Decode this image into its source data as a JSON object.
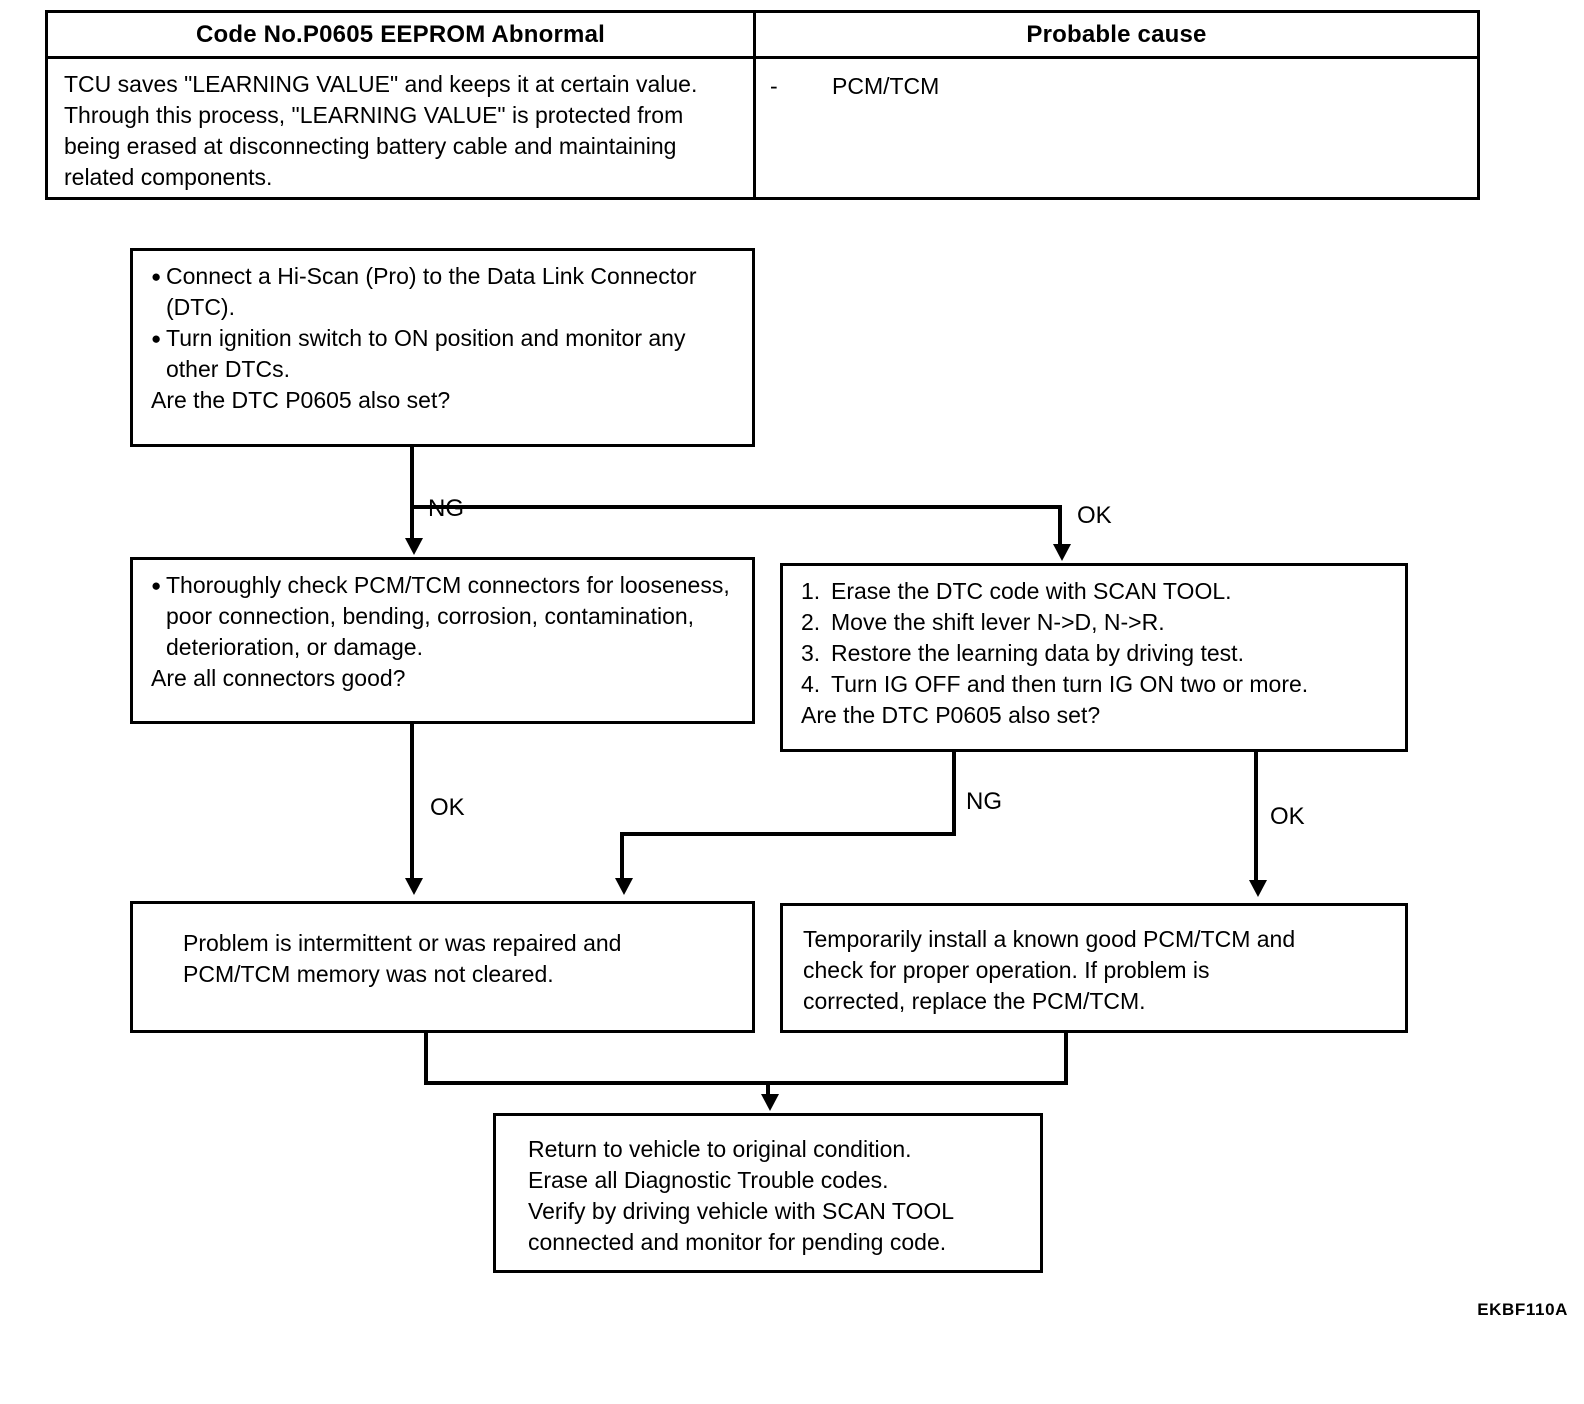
{
  "table": {
    "headers": [
      "Code No.P0605 EEPROM Abnormal",
      "Probable cause"
    ],
    "description": "TCU saves \"LEARNING VALUE\" and keeps it at certain value. Through this process, \"LEARNING VALUE\" is protected from being erased at disconnecting battery cable and maintaining related components.",
    "cause_marker": "-",
    "cause": "PCM/TCM"
  },
  "flow": {
    "q1": {
      "bullets": [
        "Connect a Hi-Scan (Pro) to the Data Link Connector (DTC).",
        "Turn ignition switch to ON position and monitor any other DTCs."
      ],
      "question": "Are the DTC P0605 also set?"
    },
    "connectors_check": {
      "bullets": [
        "Thoroughly check PCM/TCM connectors for looseness, poor connection, bending, corrosion, contamination, deterioration, or damage."
      ],
      "question": "Are all connectors good?"
    },
    "erase_steps": {
      "steps": [
        {
          "num": "1.",
          "text": "Erase the DTC code with SCAN TOOL."
        },
        {
          "num": "2.",
          "text": "Move the shift lever N->D, N->R."
        },
        {
          "num": "3.",
          "text": "Restore the learning data by driving test."
        },
        {
          "num": "4.",
          "text": "Turn IG OFF and then turn IG ON two or more."
        }
      ],
      "question": "Are the DTC P0605 also set?"
    },
    "intermittent": {
      "lines": [
        "Problem is intermittent or was repaired and",
        "PCM/TCM memory was not cleared."
      ]
    },
    "swap_pcm": {
      "lines": [
        "Temporarily install a known good PCM/TCM and",
        "check for proper operation. If problem is",
        "corrected, replace the PCM/TCM."
      ]
    },
    "return_vehicle": {
      "lines": [
        "Return to vehicle to original condition.",
        "Erase all Diagnostic Trouble codes.",
        "Verify by driving vehicle with SCAN TOOL",
        "connected and monitor for pending code."
      ]
    },
    "labels": {
      "ng": "NG",
      "ok": "OK"
    }
  },
  "figure_code": "EKBF110A",
  "colors": {
    "line": "#000000",
    "background": "#ffffff"
  }
}
